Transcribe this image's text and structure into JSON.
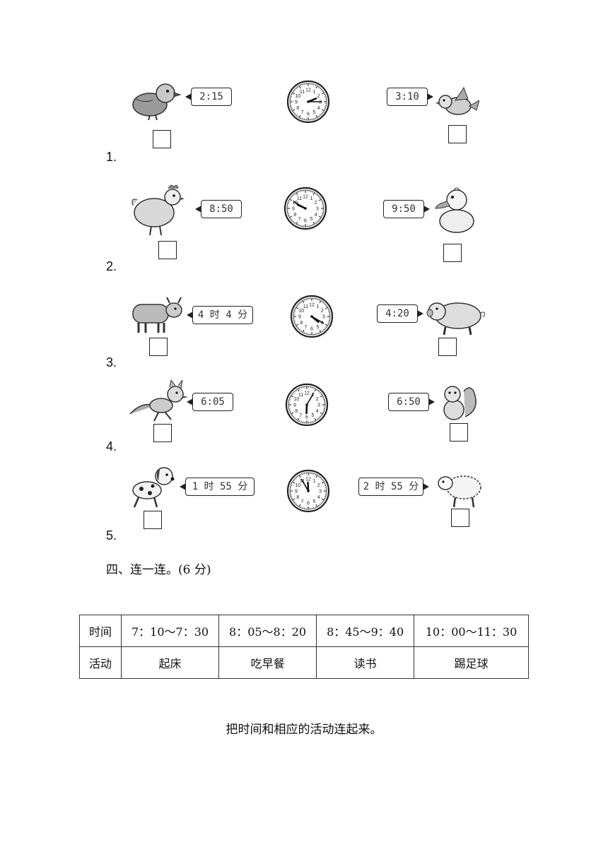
{
  "items": [
    {
      "number": "1.",
      "left_animal_icon": "chick-icon",
      "left_time": "2:15",
      "clock_hour": 2,
      "clock_minute": 15,
      "right_animal_icon": "bird-icon",
      "right_time": "3:10"
    },
    {
      "number": "2.",
      "left_animal_icon": "hen-icon",
      "left_time": "8:50",
      "clock_hour": 9,
      "clock_minute": 50,
      "right_animal_icon": "duck-icon",
      "right_time": "9:50"
    },
    {
      "number": "3.",
      "left_animal_icon": "cow-icon",
      "left_time": "4 时 4 分",
      "clock_hour": 4,
      "clock_minute": 20,
      "right_animal_icon": "pig-icon",
      "right_time": "4:20"
    },
    {
      "number": "4.",
      "left_animal_icon": "fox-icon",
      "left_time": "6:05",
      "clock_hour": 6,
      "clock_minute": 5,
      "right_animal_icon": "squirrel-icon",
      "right_time": "6:50"
    },
    {
      "number": "5.",
      "left_animal_icon": "dog-icon",
      "left_time": "1 时 55 分",
      "clock_hour": 11,
      "clock_minute": 55,
      "right_animal_icon": "sheep-icon",
      "right_time": "2 时 55 分"
    }
  ],
  "section": {
    "title": "四、连一连。(6 分)"
  },
  "schedule": {
    "time_label": "时间",
    "activity_label": "活动",
    "times": [
      "7：10～7：30",
      "8：05～8：20",
      "8：45～9：40",
      "10：00～11：30"
    ],
    "activities": [
      "起床",
      "吃早餐",
      "读书",
      "踢足球"
    ]
  },
  "instruction": "把时间和相应的活动连起来。"
}
